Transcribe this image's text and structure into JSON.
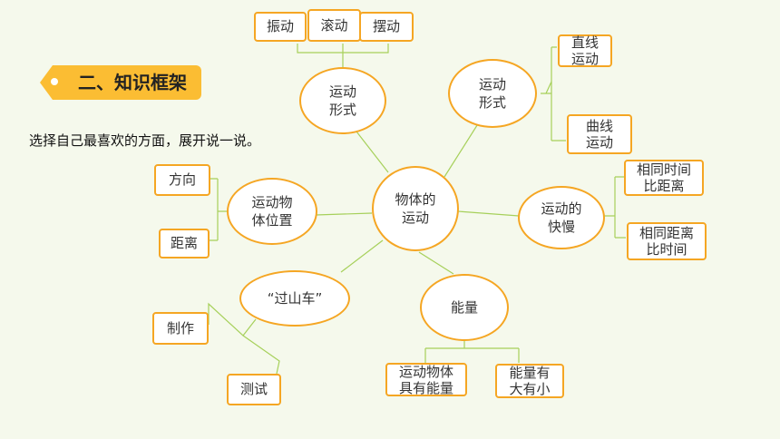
{
  "heading": "二、知识框架",
  "instruction": "选择自己最喜欢的方面，展开说一说。",
  "colors": {
    "border": "#f5a623",
    "line": "#a6d05a",
    "banner": "#fbbd33"
  },
  "center": "物体的\n运动",
  "nodes": {
    "forms_left": "运动\n形式",
    "forms_right": "运动\n形式",
    "position": "运动物\n体位置",
    "speed": "运动的\n快慢",
    "coaster": "“过山车”",
    "energy": "能量"
  },
  "leaves": {
    "vibrate": "振动",
    "roll": "滚动",
    "swing": "摆动",
    "straight": "直线\n运动",
    "curve": "曲线\n运动",
    "direction": "方向",
    "distance": "距离",
    "same_time": "相同时间\n比距离",
    "same_distance": "相同距离\n比时间",
    "make": "制作",
    "test": "测试",
    "has_energy": "运动物体\n具有能量",
    "energy_size": "能量有\n大有小"
  }
}
